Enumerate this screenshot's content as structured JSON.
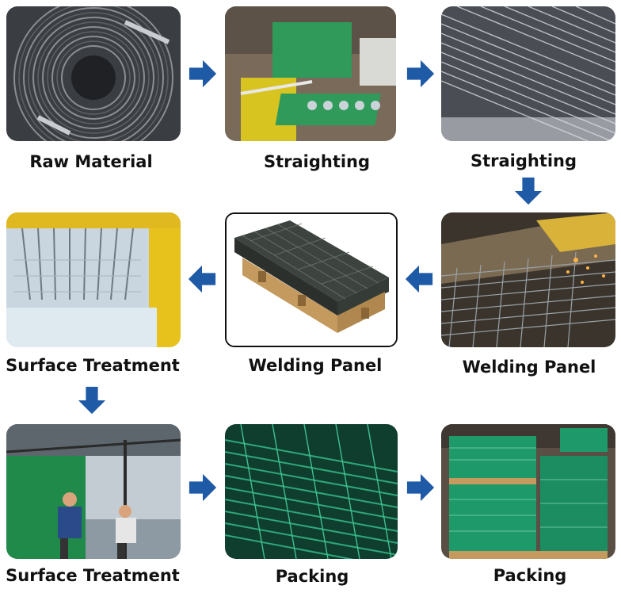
{
  "colors": {
    "arrow": "#1f5aa6",
    "text": "#111111"
  },
  "steps": [
    {
      "label": "Raw Material",
      "image": "wire-coil-photo"
    },
    {
      "label": "Straighting",
      "image": "straightening-machine-photo"
    },
    {
      "label": "Straighting",
      "image": "straight-wire-bundle-photo"
    },
    {
      "label": "Welding Panel",
      "image": "welding-sparks-photo"
    },
    {
      "label": "Welding Panel",
      "image": "mesh-panel-stack-on-pallet-photo"
    },
    {
      "label": "Surface Treatment",
      "image": "galvanizing-hooks-photo"
    },
    {
      "label": "Surface Treatment",
      "image": "powder-coating-workers-photo"
    },
    {
      "label": "Packing",
      "image": "green-mesh-panels-photo"
    },
    {
      "label": "Packing",
      "image": "wrapped-pallets-photo"
    }
  ],
  "arrows": [
    "arrow-right-icon",
    "arrow-right-icon",
    "arrow-down-icon",
    "arrow-left-icon",
    "arrow-left-icon",
    "arrow-down-icon",
    "arrow-right-icon",
    "arrow-right-icon"
  ]
}
